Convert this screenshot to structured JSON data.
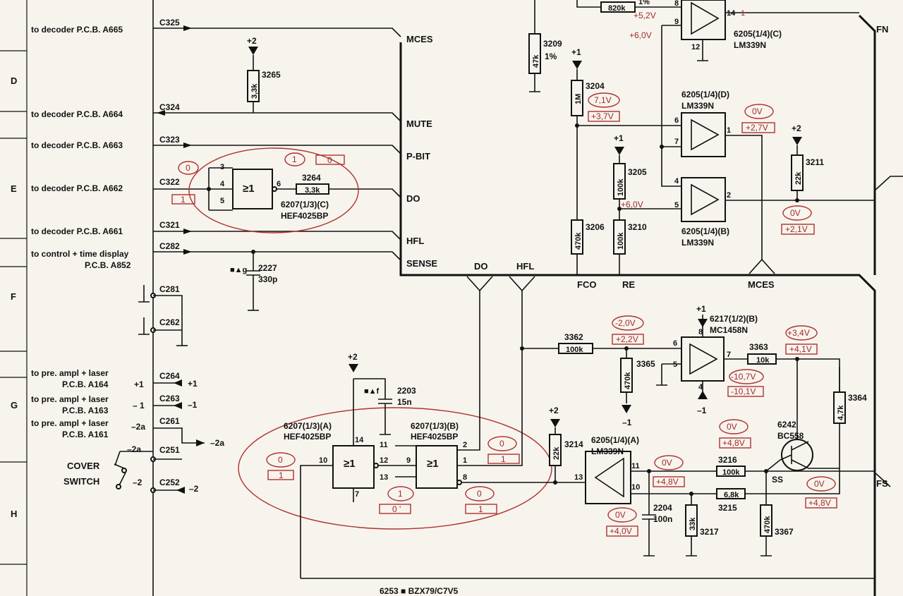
{
  "colors": {
    "paper": "#f7f4ee",
    "ink": "#111111",
    "annotation": "#b0312d"
  },
  "border": {
    "rows": [
      "D",
      "E",
      "F",
      "G",
      "H"
    ]
  },
  "connectors": {
    "c325": {
      "label": "to decoder  P.C.B.  A665",
      "id": "C325"
    },
    "c324": {
      "label": "to decoder  P.C.B.  A664",
      "id": "C324"
    },
    "c323": {
      "label": "to decoder  P.C.B.  A663",
      "id": "C323"
    },
    "c322": {
      "label": "to decoder  P.C.B.  A662",
      "id": "C322"
    },
    "c321": {
      "label": "to decoder  P.C.B.  A661",
      "id": "C321"
    },
    "c282": {
      "label1": "to control + time display",
      "label2": "P.C.B.  A852",
      "id": "C282"
    },
    "c281": {
      "id": "C281"
    },
    "c262": {
      "id": "C262"
    },
    "c264": {
      "label1": "to pre. ampl + laser",
      "label2": "P.C.B.  A164",
      "id": "C264",
      "pin": "+1",
      "out": "+1"
    },
    "c263": {
      "label1": "to pre. ampl + laser",
      "label2": "P.C.B.  A163",
      "id": "C263",
      "pin": "– 1",
      "out": "–1"
    },
    "c261": {
      "label1": "to pre. ampl + laser",
      "label2": "P.C.B.  A161",
      "id": "C261",
      "pin": "–2a",
      "out": "–2a"
    },
    "c251": {
      "id": "C251",
      "pin": "–2a"
    },
    "c252": {
      "id": "C252",
      "pin": "–2",
      "out": "–2"
    },
    "cover_switch": {
      "line1": "COVER",
      "line2": "SWITCH"
    }
  },
  "bus_signals": {
    "mces": "MCES",
    "mute": "MUTE",
    "pbit": "P-BIT",
    "do": "DO",
    "hfl": "HFL",
    "sense": "SENSE",
    "do_tap": "DO",
    "hfl_tap": "HFL",
    "fco": "FCO",
    "re": "RE",
    "mces_out": "MCES",
    "fn": "FN",
    "fs": "FS",
    "ss": "SS"
  },
  "power": {
    "p2": "+2",
    "p1": "+1",
    "m1": "–1"
  },
  "components": {
    "r3265": {
      "ref": "3265",
      "value": "3,3k"
    },
    "r3264": {
      "ref": "3264",
      "value": "3,3k"
    },
    "c2227": {
      "ref": "2227",
      "value": "330p",
      "mark": "■▲g"
    },
    "r3209": {
      "ref": "3209",
      "value": "47k",
      "tol": "1%"
    },
    "r820": {
      "value": "820k",
      "tol": "1%"
    },
    "r3204": {
      "ref": "3204",
      "value": "1M"
    },
    "r3205": {
      "ref": "3205",
      "value": "100k"
    },
    "r3206": {
      "ref": "3206",
      "value": "470k"
    },
    "r3210": {
      "ref": "3210",
      "value": "100k"
    },
    "r3211": {
      "ref": "3211",
      "value": "22k"
    },
    "r3362": {
      "ref": "3362",
      "value": "100k"
    },
    "r3365": {
      "ref": "3365",
      "value": "470k"
    },
    "r3363": {
      "ref": "3363",
      "value": "10k"
    },
    "r3364": {
      "ref": "3364",
      "value": "4,7k"
    },
    "r3214": {
      "ref": "3214",
      "value": "22k"
    },
    "r3216": {
      "ref": "3216",
      "value": "100k"
    },
    "r3215": {
      "ref": "3215",
      "value": "6,8k"
    },
    "r3217": {
      "ref": "3217",
      "value": "33k"
    },
    "r3367": {
      "ref": "3367",
      "value": "470k"
    },
    "c2203": {
      "ref": "2203",
      "value": "15n",
      "mark": "■▲f"
    },
    "c2204": {
      "ref": "2204",
      "value": "100n"
    },
    "t6242": {
      "ref": "6242",
      "type": "BC558"
    },
    "d6253": {
      "text": "6253 ■ BZX79/C7V5"
    }
  },
  "ics": {
    "g6207c": {
      "ref": "6207(1/3)(C)",
      "type": "HEF4025BP",
      "symbol": "≥1",
      "pin_a": "3",
      "pin_b": "4",
      "pin_c": "5",
      "pin_o": "6"
    },
    "g6207a": {
      "ref": "6207(1/3)(A)",
      "type": "HEF4025BP",
      "symbol": "≥1",
      "pin_in": "10",
      "pin_vdd": "14",
      "pin_o": "12",
      "pin_gnd": "7"
    },
    "g6207b": {
      "ref": "6207(1/3)(B)",
      "type": "HEF4025BP",
      "symbol": "≥1",
      "pin_a": "11",
      "pin_b": "12",
      "pin_c": "13",
      "pin_in": "9",
      "pin_2": "2",
      "pin_1": "1",
      "pin_o": "8"
    },
    "u6205c": {
      "ref": "6205(1/4)(C)",
      "type": "LM339N",
      "pin_8": "8",
      "pin_9": "9",
      "pin_14": "14",
      "pin_12": "12",
      "pin_1": "1"
    },
    "u6205d": {
      "ref": "6205(1/4)(D)",
      "type": "LM339N",
      "pin_6": "6",
      "pin_7": "7",
      "pin_1": "1"
    },
    "u6205b": {
      "ref": "6205(1/4)(B)",
      "type": "LM339N",
      "pin_4": "4",
      "pin_5": "5",
      "pin_2": "2"
    },
    "u6205a": {
      "ref": "6205(1/4)(A)",
      "type": "LM339N",
      "pin_13": "13",
      "pin_11": "11",
      "pin_10": "10"
    },
    "u6217": {
      "ref": "6217(1/2)(B)",
      "type": "MC1458N",
      "pin_6": "6",
      "pin_5": "5",
      "pin_7": "7",
      "pin_8": "8",
      "pin_4": "4"
    }
  },
  "annotations": {
    "v52": "+5,2V",
    "v60a": "+6,0V",
    "v71": "7,1V",
    "v37": "+3,7V",
    "v0d": "0V",
    "v27": "+2,7V",
    "v60b": "+6,0V",
    "v0b": "0V",
    "v21": "+2,1V",
    "gc_in0": "0",
    "gc_in1": "1",
    "gc_out1": "1",
    "gc_out0": "0",
    "ga_in0": "0",
    "ga_in1": "1",
    "gb_in1": "1",
    "gb_in0": "0 '",
    "gb_o0": "0",
    "gb_o1": "1",
    "gb_b0": "0",
    "gb_b1": "1",
    "vm20": "-2,0V",
    "v22": "+2,2V",
    "v34": "+3,4V",
    "v41": "+4,1V",
    "vm107": "-10,7V",
    "vm101": "-10,1V",
    "v0a": "0V",
    "v48a": "+4,8V",
    "v0t": "0V",
    "v48t": "+4,8V",
    "v0c": "0V",
    "v40": "+4,0V",
    "v0f": "0V",
    "v48f": "+4,8V"
  }
}
